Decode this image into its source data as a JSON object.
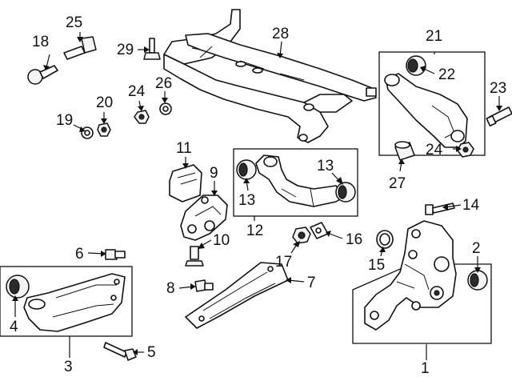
{
  "callouts": {
    "c1": "1",
    "c2": "2",
    "c3": "3",
    "c4": "4",
    "c5": "5",
    "c6": "6",
    "c7": "7",
    "c8": "8",
    "c9": "9",
    "c10": "10",
    "c11": "11",
    "c12": "12",
    "c13a": "13",
    "c13b": "13",
    "c14": "14",
    "c15": "15",
    "c16": "16",
    "c17": "17",
    "c18": "18",
    "c19": "19",
    "c20": "20",
    "c21": "21",
    "c22": "22",
    "c23": "23",
    "c24a": "24",
    "c24b": "24",
    "c25": "25",
    "c26": "26",
    "c27": "27",
    "c28": "28",
    "c29": "29"
  },
  "colors": {
    "line": "#111111",
    "background": "#ffffff",
    "bushing": "#2b2b2b"
  }
}
